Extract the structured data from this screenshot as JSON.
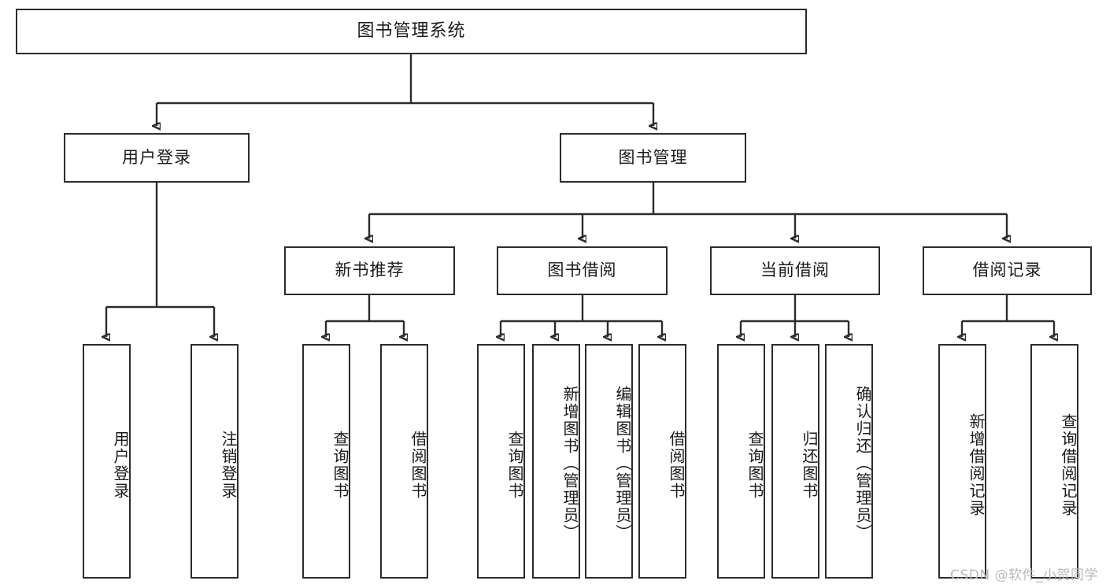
{
  "diagram": {
    "title": "图书管理系统",
    "type": "tree",
    "orientation": "top-down",
    "colors": {
      "stroke": "#2b2b2b",
      "fill": "#ffffff",
      "text": "#1a1a1a",
      "watermark": "#b9b9b9"
    },
    "root": {
      "label": "图书管理系统"
    },
    "level2": [
      {
        "label": "用户登录"
      },
      {
        "label": "图书管理"
      }
    ],
    "level3": [
      {
        "label": "新书推荐"
      },
      {
        "label": "图书借阅"
      },
      {
        "label": "当前借阅"
      },
      {
        "label": "借阅记录"
      }
    ],
    "leaves": {
      "user_login": [
        {
          "label": "用户登录"
        },
        {
          "label": "注销登录"
        }
      ],
      "new_book": [
        {
          "label": "查询图书"
        },
        {
          "label": "借阅图书"
        }
      ],
      "book_borrow": [
        {
          "label": "查询图书"
        },
        {
          "label": "新增图书（管理员）"
        },
        {
          "label": "编辑图书（管理员）"
        },
        {
          "label": "借阅图书"
        }
      ],
      "current_borrow": [
        {
          "label": "查询图书"
        },
        {
          "label": "归还图书"
        },
        {
          "label": "确认归还（管理员）"
        }
      ],
      "borrow_record": [
        {
          "label": "新增借阅记录"
        },
        {
          "label": "查询借阅记录"
        }
      ]
    },
    "watermark": "CSDN @软件_小贺同学"
  }
}
